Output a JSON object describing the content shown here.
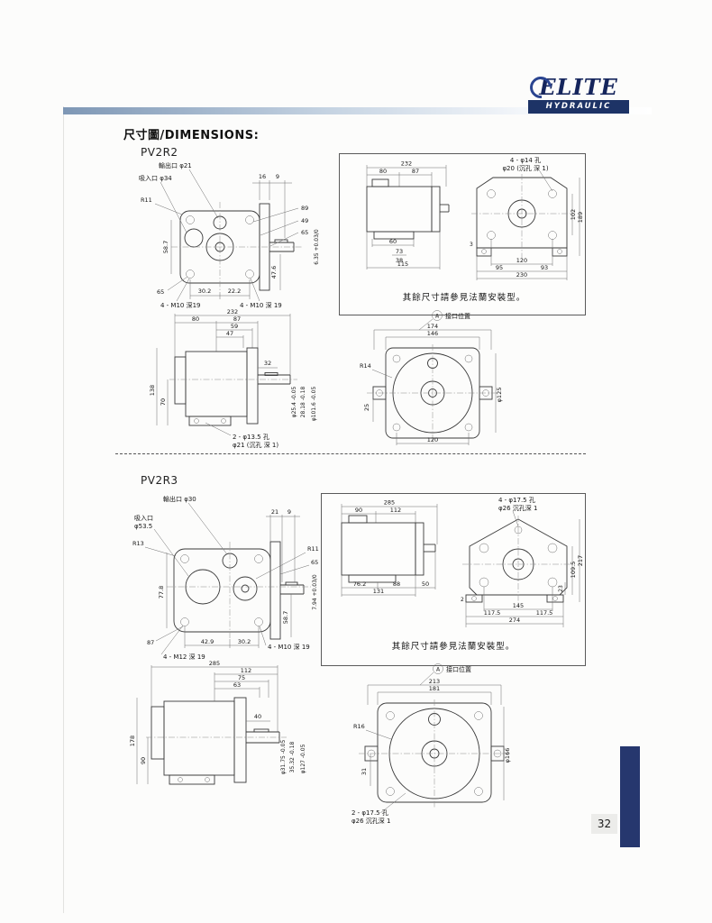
{
  "header": {
    "heading": "尺寸圖/DIMENSIONS:",
    "logo_brand": "ELITE",
    "logo_sub": "HYDRAULIC"
  },
  "page_number": "32",
  "pv2r2": {
    "title": "PV2R2",
    "front": {
      "outlet": "輸出口 φ21",
      "inlet": "吸入口 φ34",
      "r_corner": "R11",
      "dim_16": "16",
      "dim_9": "9",
      "dim_89": "89",
      "dim_49": "49",
      "dim_65_right": "65",
      "key_tol": "6.35 +0.03/0",
      "dim_587": "58.7",
      "dim_65_bolt": "65",
      "dim_302": "30.2",
      "dim_222": "22.2",
      "dim_476": "47.6",
      "tap_left": "4 - M10 深19",
      "tap_right": "4 - M10 深 19"
    },
    "flange": {
      "dim_232": "232",
      "dim_80": "80",
      "dim_87": "87",
      "holes_1": "4 - φ14 孔",
      "holes_2": "φ20 (沉孔 深 1)",
      "dim_60": "60",
      "dim_73": "73",
      "dim_38": "38",
      "dim_115": "115",
      "dim_189": "189",
      "dim_102": "102",
      "dim_3": "3",
      "dim_120": "120",
      "dim_95": "95",
      "dim_93": "93",
      "dim_230": "230",
      "note": "其餘尺寸請參見法蘭安裝型。"
    },
    "side": {
      "dim_232": "232",
      "dim_80": "80",
      "dim_87": "87",
      "dim_59": "59",
      "dim_47": "47",
      "dim_32": "32",
      "shaft_dia": "φ25.4 -0.05",
      "key_h": "28.18 -0.18",
      "pilot_dia": "φ101.6 -0.05",
      "dim_70": "70",
      "dim_138": "138",
      "holes_1": "2 - φ13.5 孔",
      "holes_2": "φ21 (沉孔 深 1)"
    },
    "rear": {
      "port_label": "接口位置",
      "port_mark": "A",
      "dim_174": "174",
      "dim_146": "146",
      "r_corner": "R14",
      "dim_25": "25",
      "dia_125": "φ125",
      "dim_120": "120"
    }
  },
  "pv2r3": {
    "title": "PV2R3",
    "front": {
      "outlet": "輸出口 φ30",
      "inlet_1": "吸入口",
      "inlet_2": "φ53.5",
      "r_corner": "R13",
      "dim_21": "21",
      "dim_9": "9",
      "r_right": "R11",
      "dim_65": "65",
      "key_tol": "7.94 +0.03/0",
      "dim_778": "77.8",
      "dim_587": "58.7",
      "dim_87": "87",
      "dim_429": "42.9",
      "dim_302": "30.2",
      "tap_right": "4 - M10 深 19",
      "tap_left": "4 - M12 深 19"
    },
    "flange": {
      "dim_285": "285",
      "dim_90": "90",
      "dim_112": "112",
      "holes_1": "4 - φ17.5 孔",
      "holes_2": "φ26 沉孔深 1",
      "dim_762": "76.2",
      "dim_88": "88",
      "dim_50": "50",
      "dim_131": "131",
      "dim_217": "217",
      "dim_1095": "109.5",
      "dim_23": "23",
      "dim_2": "2",
      "dim_145": "145",
      "dim_1175a": "117.5",
      "dim_1175b": "117.5",
      "dim_274": "274",
      "note": "其餘尺寸請參見法蘭安裝型。"
    },
    "side": {
      "dim_285": "285",
      "dim_112": "112",
      "dim_75": "75",
      "dim_63": "63",
      "dim_40": "40",
      "shaft_dia": "φ31.75 -0.05",
      "key_h": "35.32 -0.18",
      "pilot_dia": "φ127 -0.05",
      "dim_90": "90",
      "dim_178": "178"
    },
    "rear": {
      "port_label": "接口位置",
      "port_mark": "A",
      "dim_213": "213",
      "dim_181": "181",
      "r_corner": "R16",
      "dim_31": "31",
      "dia_166": "φ166",
      "holes_1": "2 - φ17.5 孔",
      "holes_2": "φ26 沉孔深 1"
    }
  }
}
